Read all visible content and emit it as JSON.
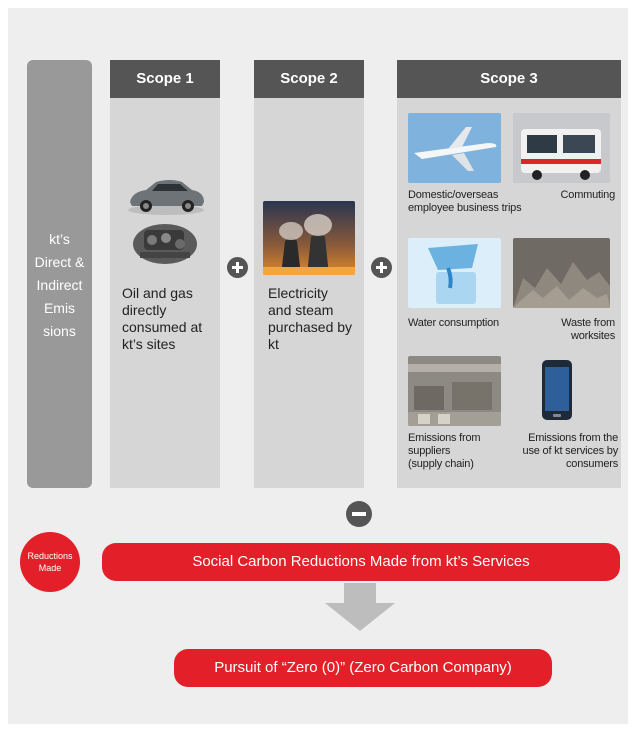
{
  "side_label": {
    "line1": "kt’s",
    "line2": "Direct &",
    "line3": "Indirect",
    "line4": "Emis",
    "line5": "sions"
  },
  "scopes": [
    {
      "title": "Scope 1",
      "l1": "Oil and gas",
      "l2": "directly",
      "l3": "consumed at",
      "l4": "kt’s sites"
    },
    {
      "title": "Scope 2",
      "l1": "Electricity",
      "l2": "and steam",
      "l3": "purchased by",
      "l4": "kt"
    },
    {
      "title": "Scope 3"
    }
  ],
  "scope3_items": {
    "business_trips": {
      "l1": "Domestic/overseas",
      "l2": "employee business trips"
    },
    "commuting": {
      "l1": "Commuting"
    },
    "water": {
      "l1": "Water consumption"
    },
    "waste": {
      "l1": "Waste from",
      "l2": "worksites"
    },
    "suppliers": {
      "l1": "Emissions from",
      "l2": "suppliers",
      "l3": "(supply chain)"
    },
    "consumer_use": {
      "l1": "Emissions from the",
      "l2": "use of kt services by",
      "l3": "consumers"
    }
  },
  "reductions_badge": {
    "l1": "Reductions",
    "l2": "Made"
  },
  "reductions_bar": "Social Carbon Reductions Made from kt’s Services",
  "goal_bar": "Pursuit of “Zero (0)” (Zero Carbon Company)",
  "colors": {
    "red": "#e3202a",
    "dark_gray": "#555555",
    "column_gray": "#d6d6d6",
    "side_gray": "#999999",
    "panel": "#eeeeee"
  }
}
